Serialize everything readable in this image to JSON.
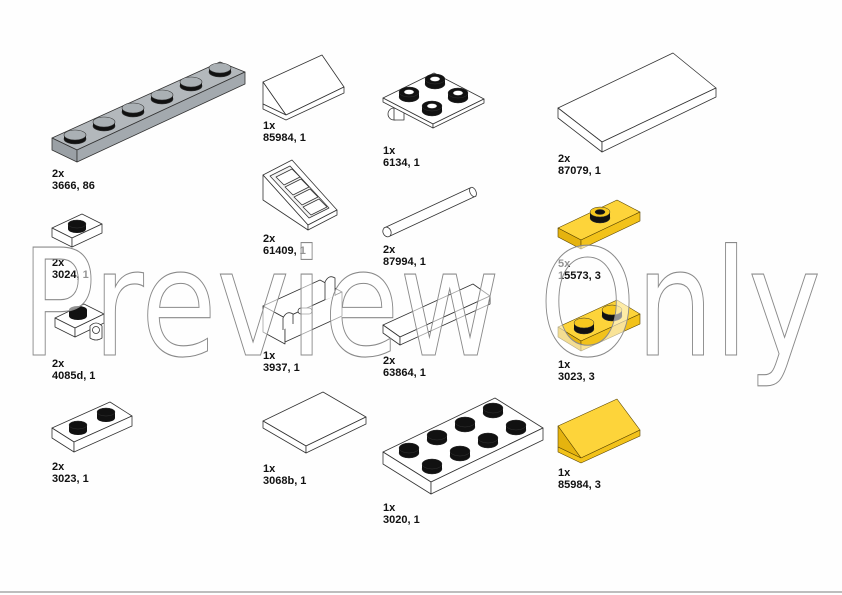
{
  "page": {
    "type": "parts-list",
    "watermark": "Preview Only",
    "colors": {
      "light_gray": "#a8aeb3",
      "yellow": "#f7c81e",
      "yellow_dark": "#dba90f",
      "white": "#ffffff",
      "outline": "#333333"
    }
  },
  "parts": [
    {
      "qty": "2x",
      "id_color": "3666, 86",
      "shape": "plate-1x6",
      "color": "light_gray"
    },
    {
      "qty": "2x",
      "id_color": "3024, 1",
      "shape": "plate-1x1",
      "color": "white"
    },
    {
      "qty": "2x",
      "id_color": "4085d, 1",
      "shape": "plate-1x1-clip",
      "color": "white"
    },
    {
      "qty": "2x",
      "id_color": "3023, 1",
      "shape": "plate-1x2",
      "color": "white"
    },
    {
      "qty": "1x",
      "id_color": "85984, 1",
      "shape": "slope-1x2",
      "color": "white"
    },
    {
      "qty": "2x",
      "id_color": "61409, 1",
      "shape": "slope-grille-1x2",
      "color": "white"
    },
    {
      "qty": "1x",
      "id_color": "3937, 1",
      "shape": "hinge-brick-1x2-base",
      "color": "white"
    },
    {
      "qty": "1x",
      "id_color": "3068b, 1",
      "shape": "tile-2x2",
      "color": "white"
    },
    {
      "qty": "1x",
      "id_color": "6134, 1",
      "shape": "hinge-plate-2x2",
      "color": "white"
    },
    {
      "qty": "2x",
      "id_color": "87994, 1",
      "shape": "bar-3l",
      "color": "white"
    },
    {
      "qty": "2x",
      "id_color": "63864, 1",
      "shape": "tile-1x3",
      "color": "white"
    },
    {
      "qty": "1x",
      "id_color": "3020, 1",
      "shape": "plate-2x4",
      "color": "white"
    },
    {
      "qty": "2x",
      "id_color": "87079, 1",
      "shape": "tile-2x4",
      "color": "white"
    },
    {
      "qty": "5x",
      "id_color": "15573, 3",
      "shape": "jumper-plate-1x2",
      "color": "yellow"
    },
    {
      "qty": "1x",
      "id_color": "3023, 3",
      "shape": "plate-1x2",
      "color": "yellow"
    },
    {
      "qty": "1x",
      "id_color": "85984, 3",
      "shape": "slope-1x2",
      "color": "yellow"
    }
  ]
}
